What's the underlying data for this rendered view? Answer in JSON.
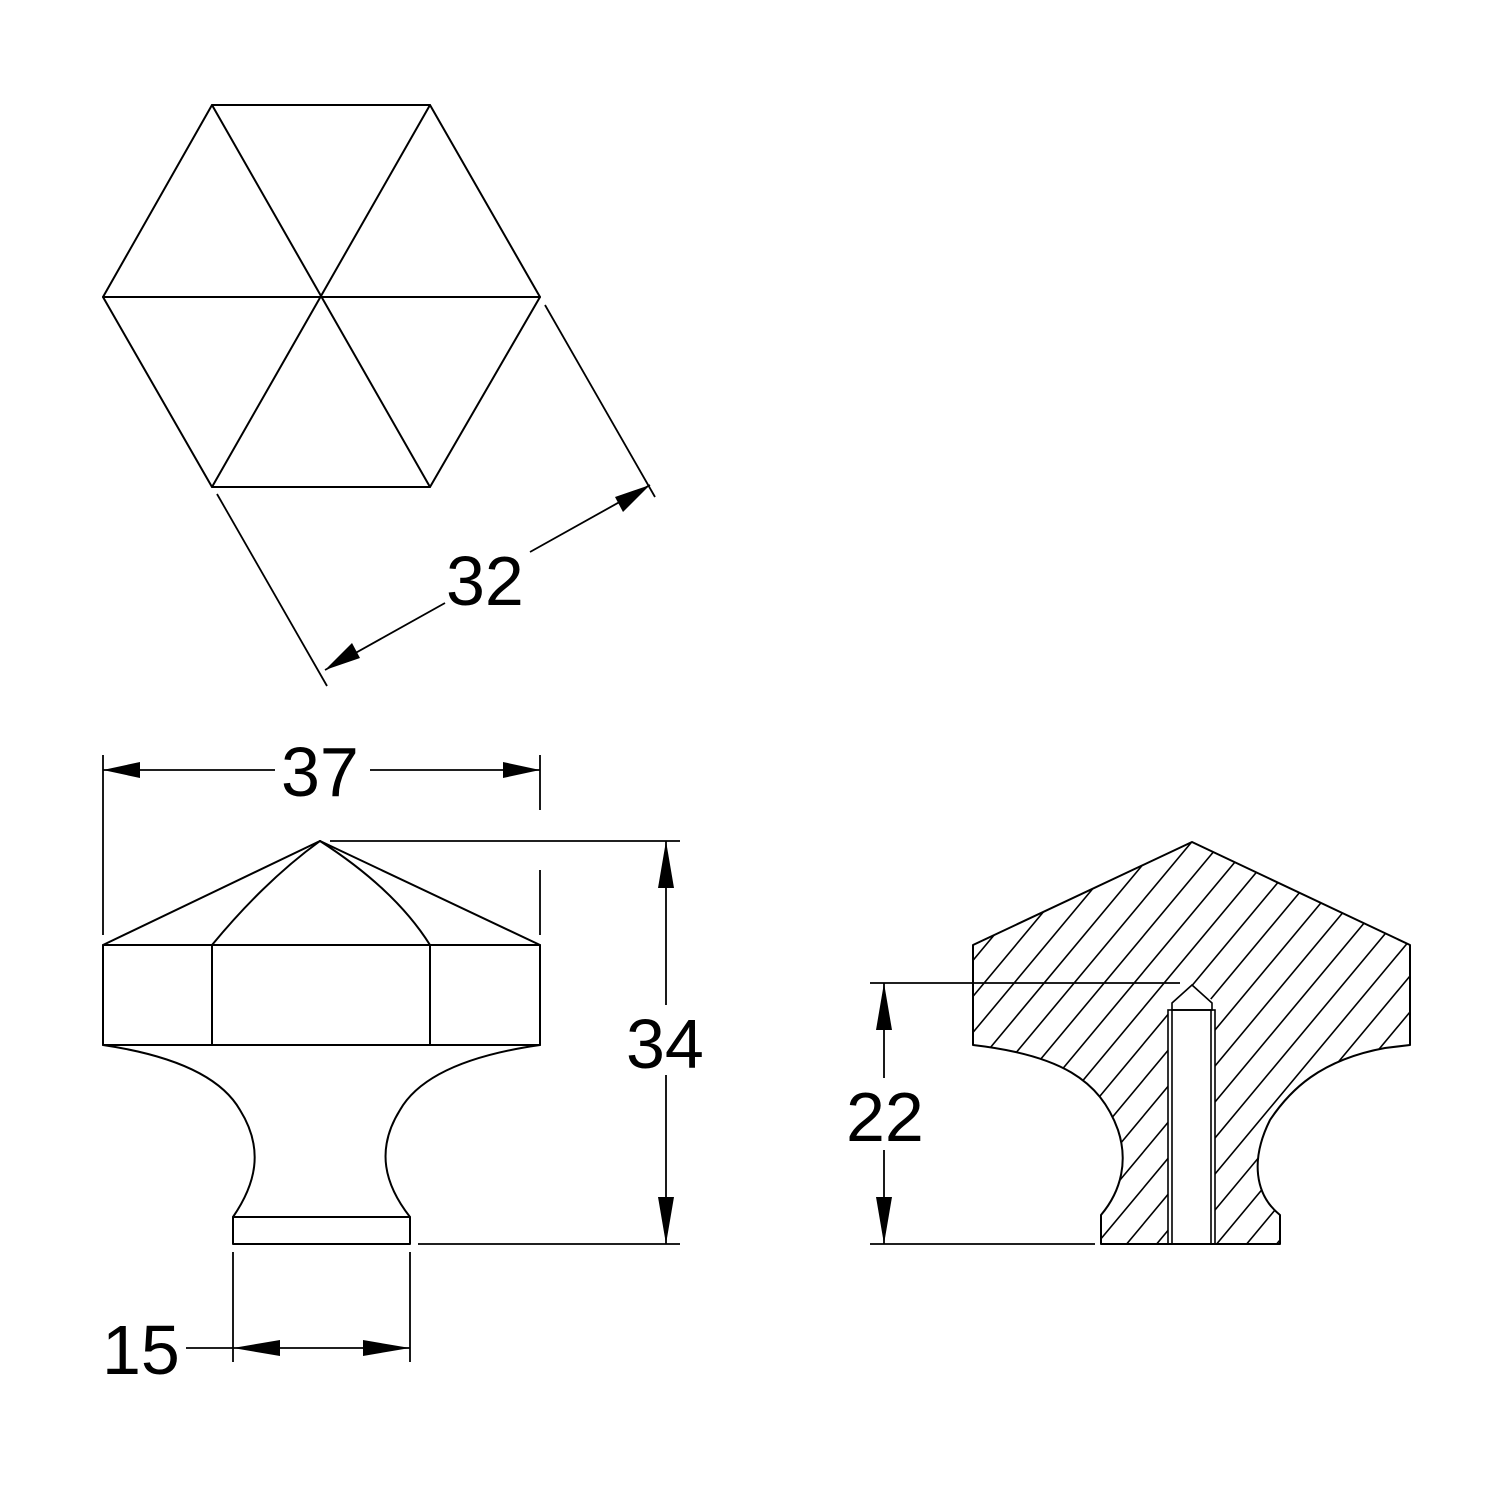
{
  "drawing": {
    "title": "Hexagonal cabinet knob - technical drawing",
    "line_color": "#000000",
    "background_color": "#ffffff",
    "views": [
      {
        "name": "top-view",
        "shape": "hexagon with six triangular facets"
      },
      {
        "name": "front-elevation",
        "shape": "faceted hexagonal knob with flared stem"
      },
      {
        "name": "section-view",
        "shape": "hatched cross-section with screw hole"
      }
    ]
  },
  "dimensions": {
    "across_flats": "32",
    "overall_width": "37",
    "overall_height": "34",
    "base_diameter": "15",
    "screw_hole_depth": "22"
  }
}
